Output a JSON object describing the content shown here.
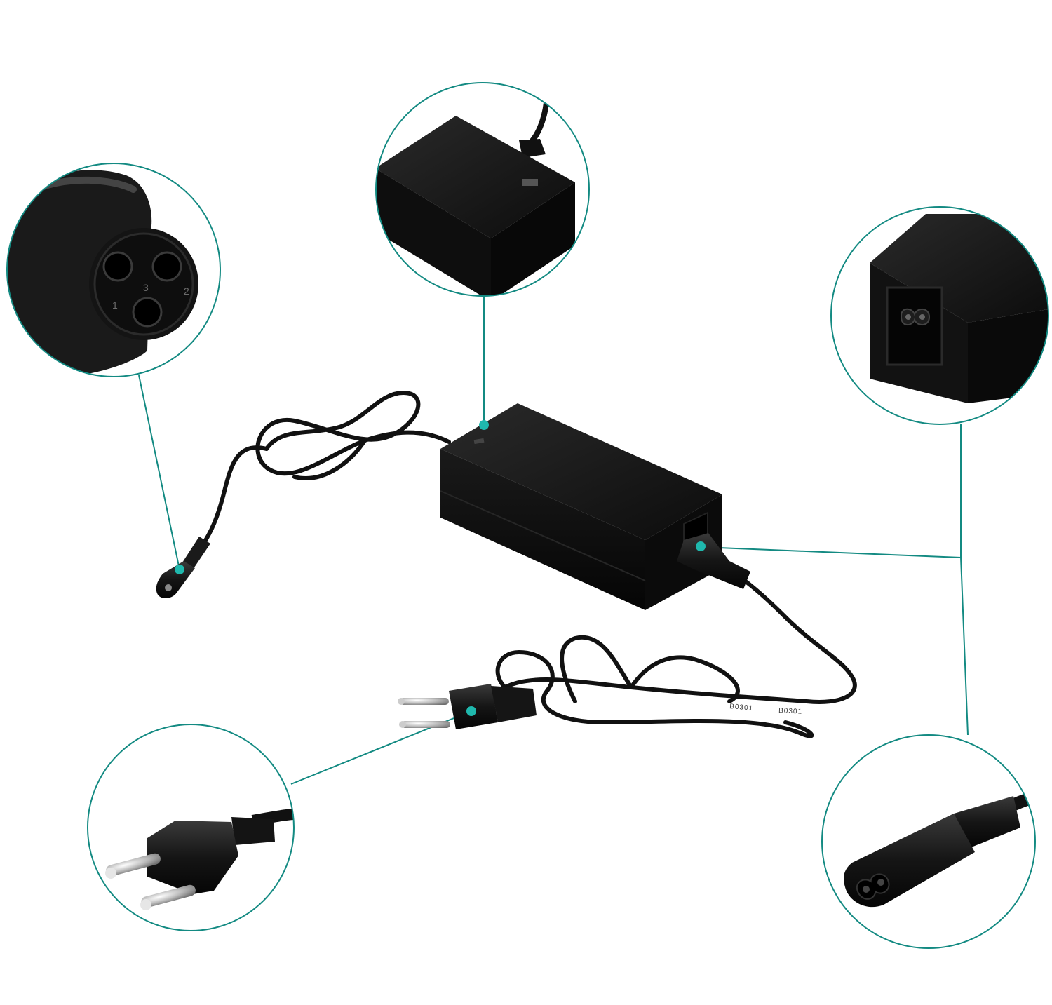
{
  "image": {
    "subject": "charger-with-callouts",
    "accent_color": "#138a82",
    "product_color": "#111111",
    "background_color": "#ffffff"
  },
  "callouts": [
    {
      "id": "dc-connector",
      "icon": "three-pin-socket-icon",
      "pin_labels": [
        "1",
        "3",
        "2"
      ]
    },
    {
      "id": "adapter-body",
      "icon": "power-brick-icon"
    },
    {
      "id": "iec-c8-inlet",
      "icon": "figure-eight-inlet-icon"
    },
    {
      "id": "euro-plug",
      "icon": "two-pin-plug-icon"
    },
    {
      "id": "iec-c7-connector",
      "icon": "figure-eight-plug-icon"
    }
  ],
  "cable_prints": [
    "B0301",
    "B0301"
  ]
}
